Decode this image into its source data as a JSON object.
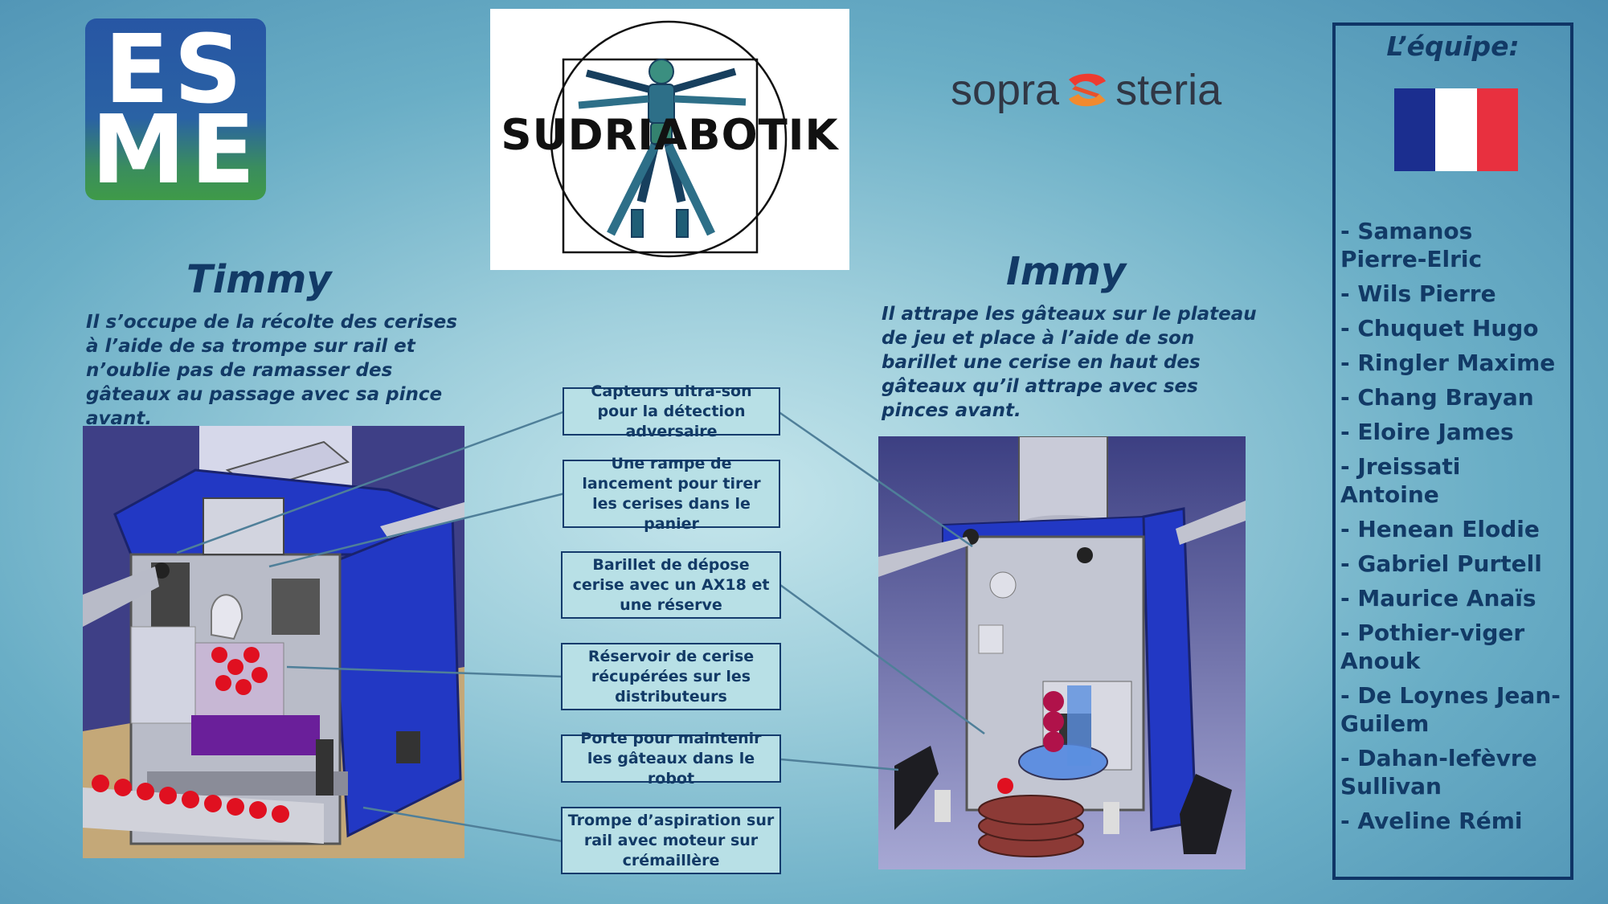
{
  "logos": {
    "esme_row1": "ES",
    "esme_row2": "ME",
    "sudriabotik": "SUDRIABOTIK",
    "sopra": "sopra",
    "steria": "steria"
  },
  "team": {
    "title": "L’équipe:",
    "flag_colors": [
      "#1b2e8f",
      "#ffffff",
      "#e8303f"
    ],
    "members": [
      "- Samanos Pierre-Elric",
      "- Wils Pierre",
      "- Chuquet Hugo",
      "- Ringler Maxime",
      "- Chang Brayan",
      "- Eloire James",
      "- Jreissati Antoine",
      "- Henean Elodie",
      "- Gabriel Purtell",
      "- Maurice Anaïs",
      "- Pothier-viger Anouk",
      "- De Loynes Jean-Guilem",
      "- Dahan-lefèvre Sullivan",
      "- Aveline Rémi"
    ]
  },
  "timmy": {
    "name": "Timmy",
    "description": "Il s’occupe de la récolte des cerises à l’aide de sa trompe sur rail et n’oublie pas de ramasser des gâteaux au passage avec sa pince avant."
  },
  "immy": {
    "name": "Immy",
    "description": "Il attrape les gâteaux sur le plateau de jeu et place à l’aide de son barillet une cerise en haut des gâteaux qu’il attrape avec ses pinces avant."
  },
  "callouts": [
    "Capteurs ultra-son pour la détection adversaire",
    "Une rampe de lancement pour tirer les cerises dans le panier",
    "Barillet de dépose cerise avec un AX18 et une réserve",
    "Réservoir de cerise récupérées sur les distributeurs",
    "Porte pour maintenir les gâteaux dans le robot",
    "Trompe d’aspiration sur rail avec moteur sur crémaillère"
  ],
  "colors": {
    "text_dark_blue": "#123a66",
    "robot_blue": "#2238c4",
    "cherry_red": "#e01020"
  }
}
